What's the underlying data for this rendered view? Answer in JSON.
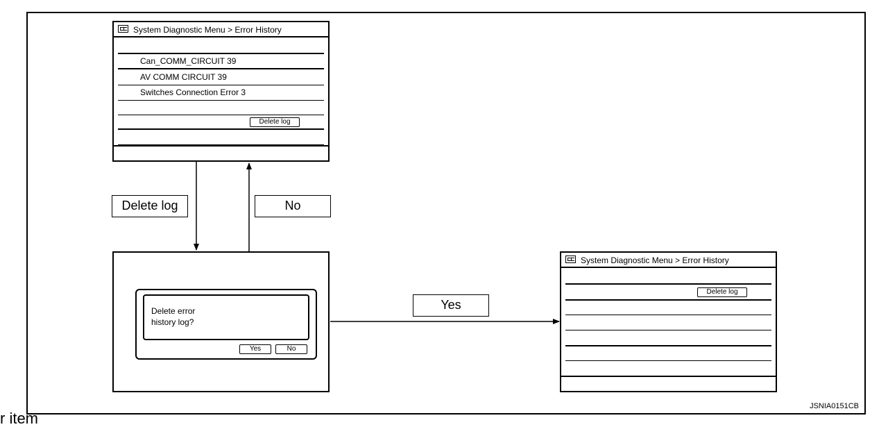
{
  "diagram": {
    "screen_top": {
      "title": "System Diagnostic Menu > Error History",
      "items": [
        "Can_COMM_CIRCUIT 39",
        "AV COMM CIRCUIT 39",
        "Switches Connection Error 3"
      ],
      "button": "Delete log"
    },
    "dialog_screen": {
      "message_line1": "Delete error",
      "message_line2": "history log?",
      "yes_label": "Yes",
      "no_label": "No"
    },
    "screen_result": {
      "title": "System Diagnostic Menu > Error History",
      "button": "Delete log"
    },
    "flow_labels": {
      "delete": "Delete log",
      "no": "No",
      "yes": "Yes"
    },
    "ref_code": "JSNIA0151CB",
    "cutoff_text": "r item"
  }
}
